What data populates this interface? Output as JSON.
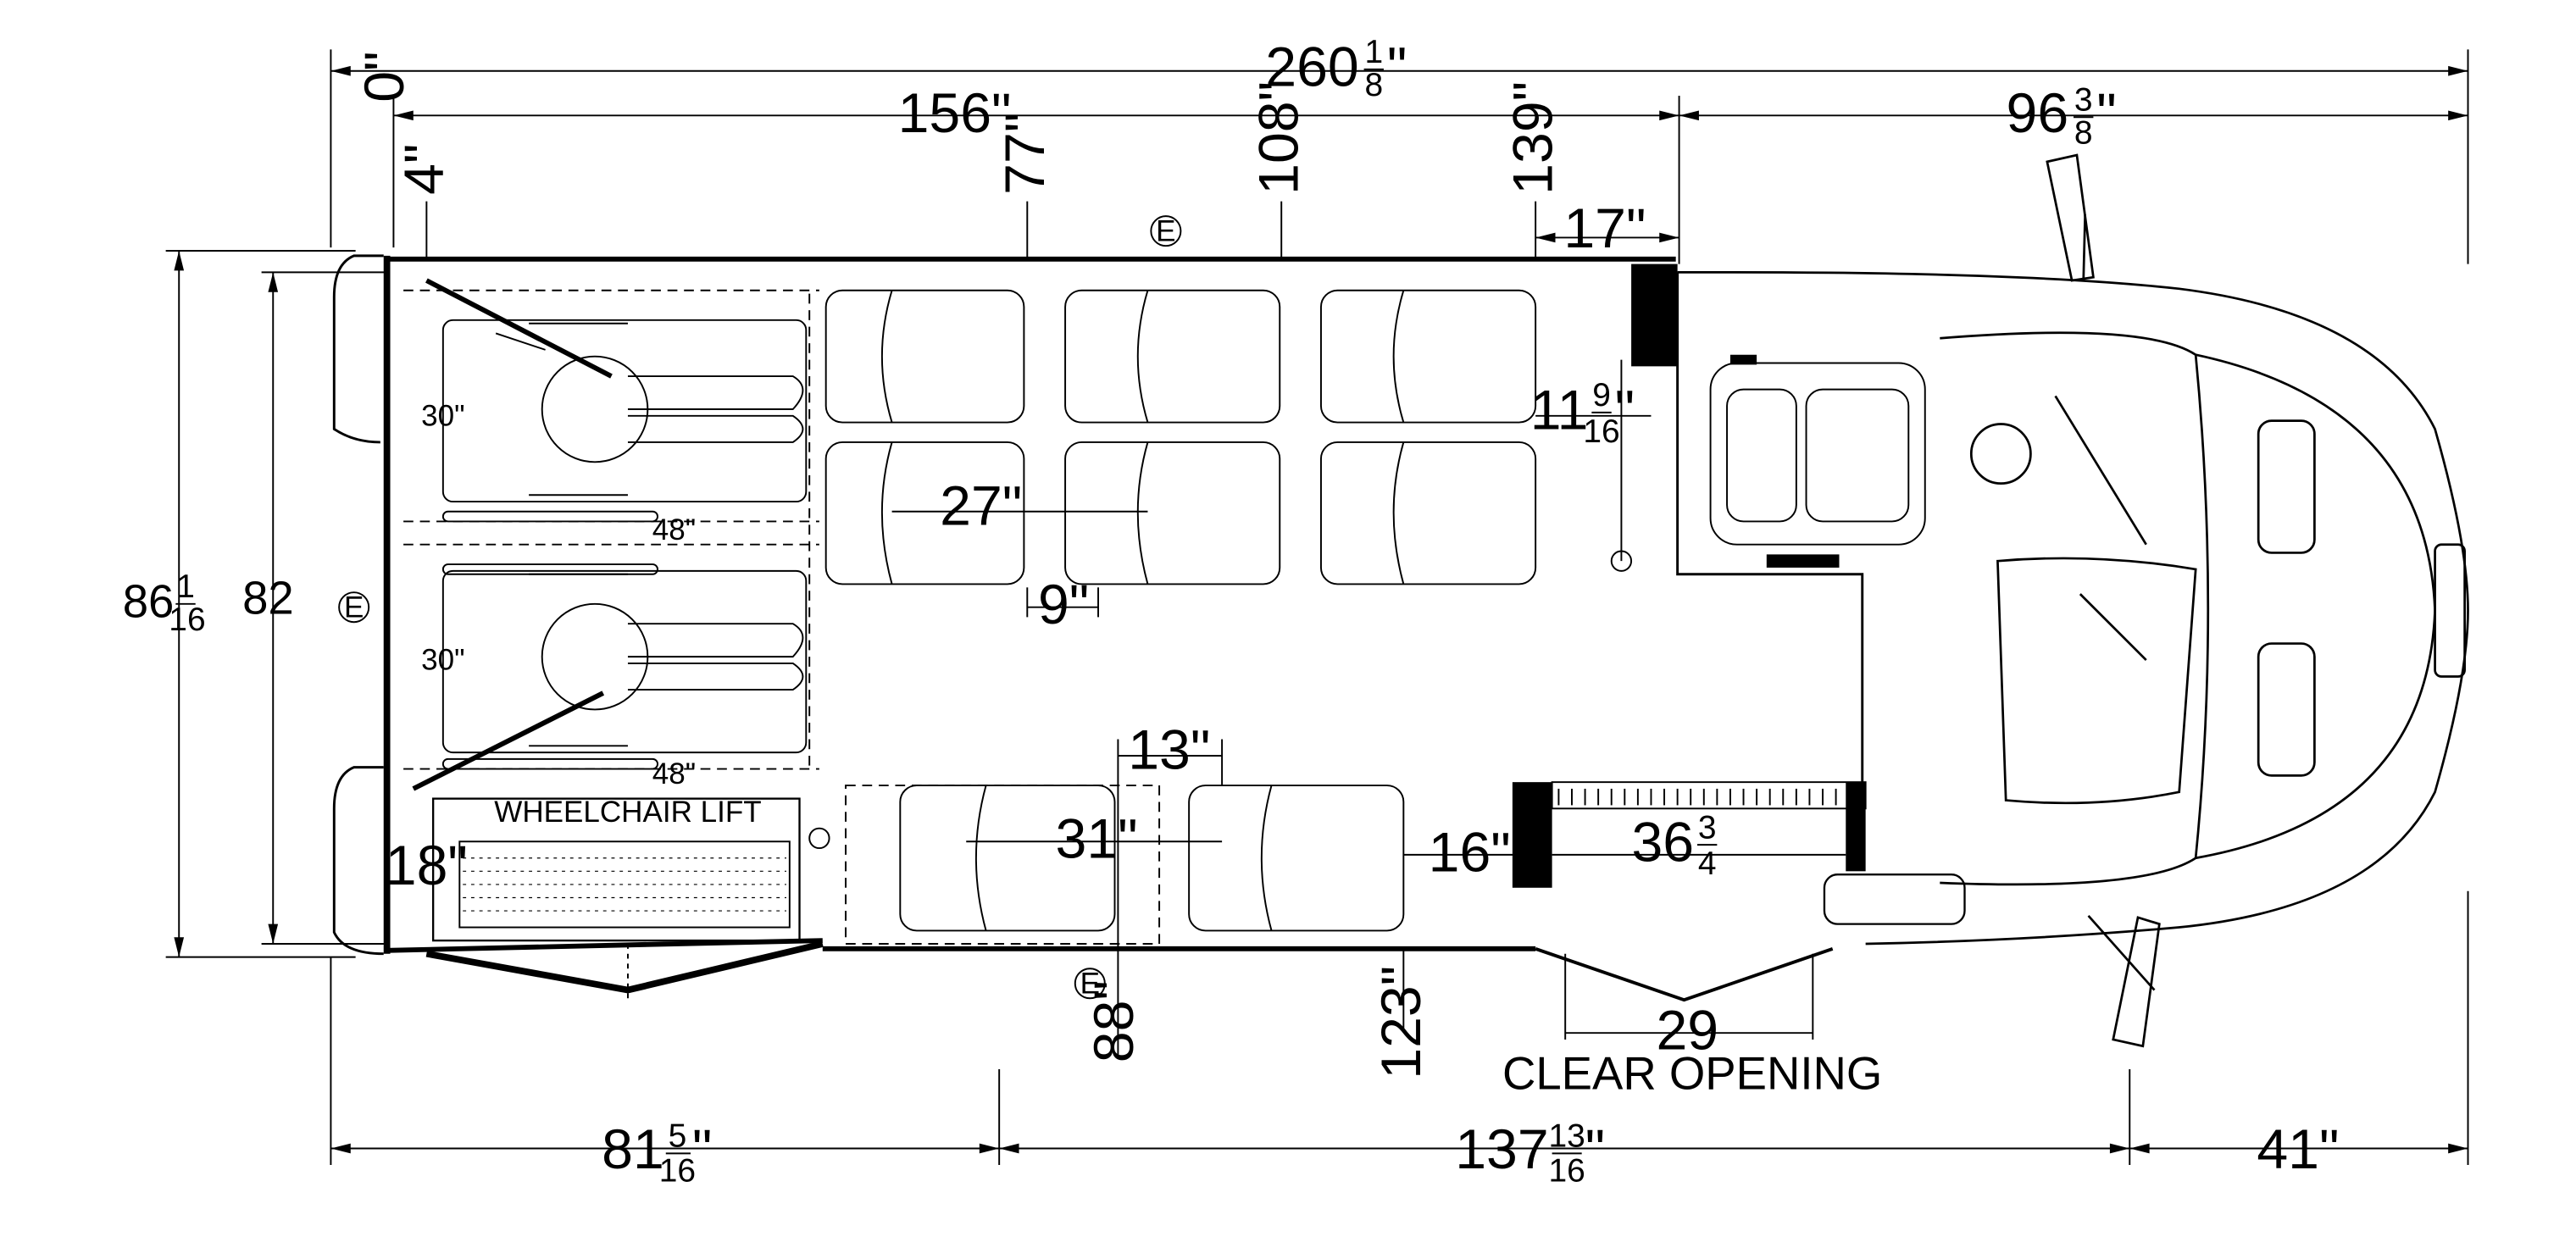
{
  "diagram": {
    "overall": {
      "whole": "260",
      "num": "1",
      "den": "8",
      "unit": "\""
    },
    "front_section": {
      "whole": "96",
      "num": "3",
      "den": "8",
      "unit": "\""
    },
    "zero": "0\"",
    "len_156": "156\"",
    "mark_4": "4\"",
    "mark_77": "77\"",
    "mark_108": "108\"",
    "mark_139": "139\"",
    "mark_17": "17\"",
    "side_11": {
      "whole": "11",
      "num": "9",
      "den": "16",
      "unit": "\""
    },
    "width_overall": {
      "whole": "86",
      "num": "1",
      "den": "16",
      "unit": ""
    },
    "width_82": "82",
    "spacing_30_top": "30\"",
    "spacing_30_bottom": "30\"",
    "spacing_48_top": "48\"",
    "spacing_48_bottom": "48\"",
    "aisle_27": "27\"",
    "pitch_9": "9\"",
    "pitch_13": "13\"",
    "aisle_31": "31\"",
    "aisle_16": "16\"",
    "door_width": {
      "whole": "36",
      "num": "3",
      "den": "4",
      "unit": ""
    },
    "lift_18": "18\"",
    "lift_label": "WHEELCHAIR LIFT",
    "mark_88": "88\"",
    "mark_123": "123\"",
    "opening_29": "29",
    "clear_opening": "CLEAR OPENING",
    "bottom_left": {
      "whole": "81",
      "num": "5",
      "den": "16",
      "unit": "\""
    },
    "bottom_mid": {
      "whole": "137",
      "num": "13",
      "den": "16",
      "unit": "\""
    },
    "bottom_right": "41\"",
    "exit_symbol": "E"
  }
}
